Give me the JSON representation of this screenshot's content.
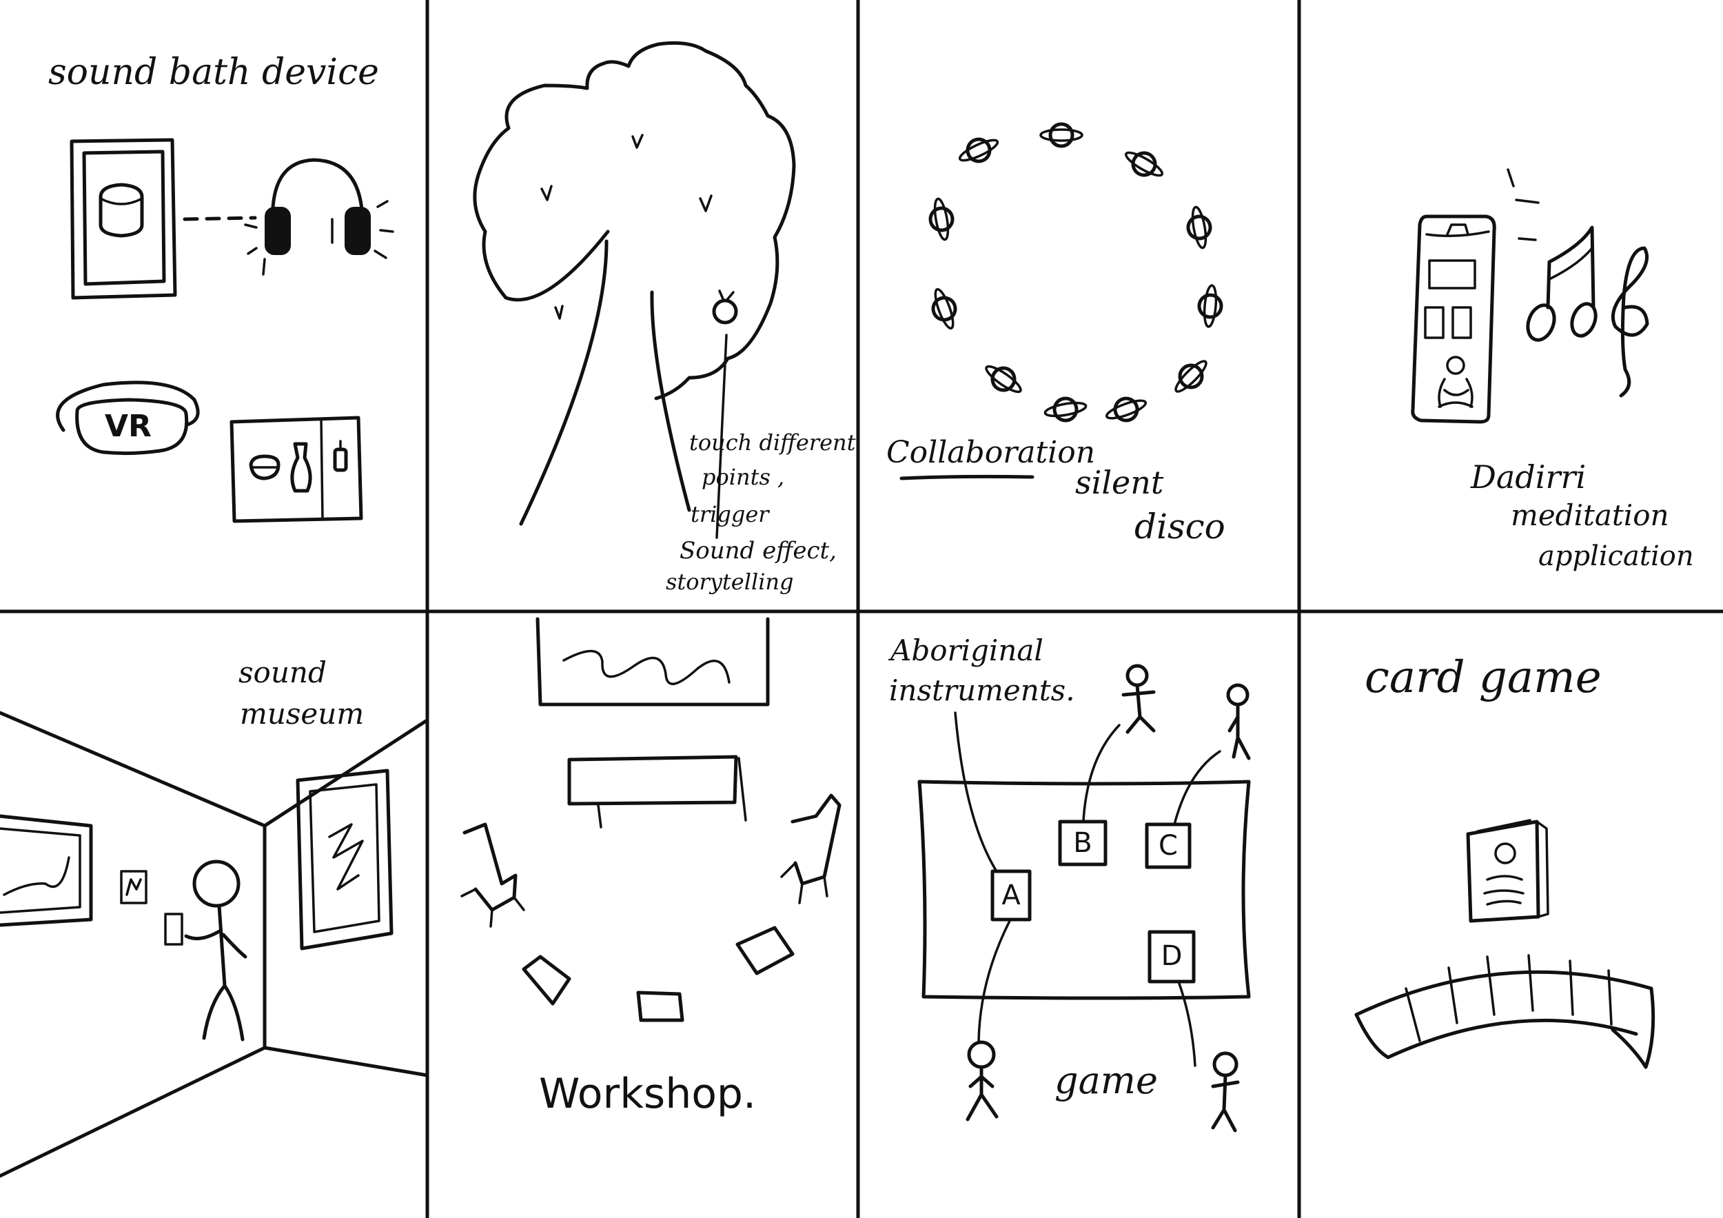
{
  "panels": {
    "p1": {
      "title": "sound bath device",
      "vr": "VR"
    },
    "p2": {
      "caption_1": "touch different",
      "caption_2": "points ,",
      "caption_3": "trigger",
      "caption_4": "Sound effect,",
      "caption_5": "storytelling"
    },
    "p3": {
      "label_1": "Collaboration",
      "label_2": "silent",
      "label_3": "disco"
    },
    "p4": {
      "label_1": "Dadirri",
      "label_2": "meditation",
      "label_3": "application"
    },
    "p5": {
      "label_1": "sound",
      "label_2": "museum"
    },
    "p6": {
      "label": "Workshop."
    },
    "p7": {
      "title_1": "Aboriginal",
      "title_2": "instruments.",
      "card_a": "A",
      "card_b": "B",
      "card_c": "C",
      "card_d": "D",
      "label": "game"
    },
    "p8": {
      "title": "card game"
    }
  }
}
